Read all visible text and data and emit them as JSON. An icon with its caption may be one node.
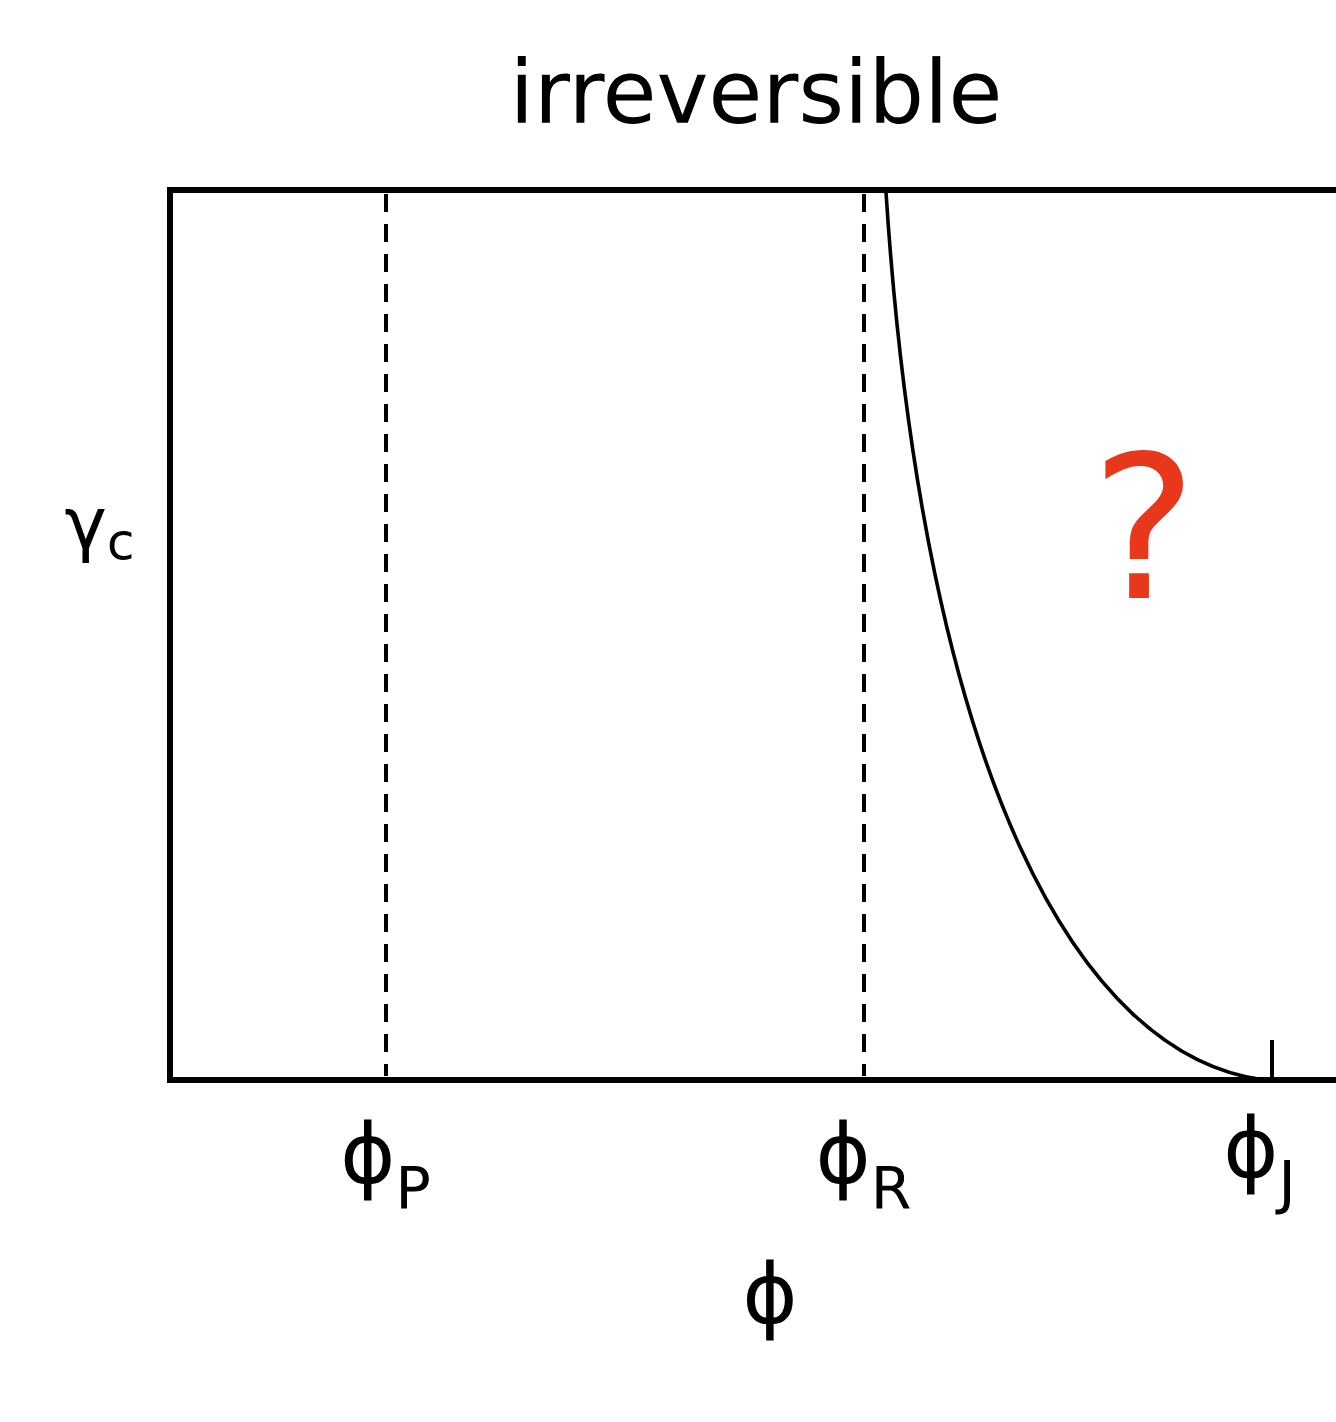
{
  "diagram": {
    "title": "irreversible",
    "labels": [
      "γ$_{c}$",
      "?",
      "ϕ$_{P}$",
      "ϕ$_{R}$",
      "ϕ$_{J}$",
      "ϕ"
    ]
  }
}
